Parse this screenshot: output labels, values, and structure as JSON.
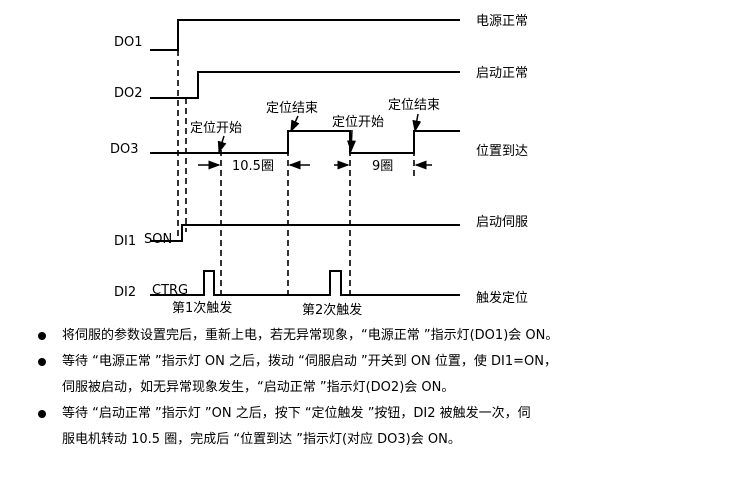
{
  "signals": {
    "do1": "DO1",
    "do2": "DO2",
    "do3": "DO3",
    "di1": "DI1",
    "di1_tag": "SON",
    "di2": "DI2",
    "di2_tag": "CTRG"
  },
  "right_labels": {
    "do1": "电源正常",
    "do2": "启动正常",
    "do3": "位置到达",
    "di1": "启动伺服",
    "di2": "触发定位"
  },
  "annotations": {
    "pos_start_1": "定位开始",
    "pos_end_1": "定位结束",
    "pos_start_2": "定位开始",
    "pos_end_2": "定位结束",
    "turns_1": "10.5圈",
    "turns_2": "9圈",
    "trigger_1": "第1次触发",
    "trigger_2": "第2次触发"
  },
  "notes": [
    {
      "line1": "将伺服的参数设置完后，重新上电，若无异常现象，“电源正常 ”指示灯(DO1)会 ON。",
      "line2": ""
    },
    {
      "line1": "等待 “电源正常 ”指示灯 ON 之后，拨动 “伺服启动 ”开关到 ON 位置，使 DI1=ON，",
      "line2": "伺服被启动，如无异常现象发生，“启动正常 ”指示灯(DO2)会 ON。"
    },
    {
      "line1": "等待 “启动正常 ”指示灯 ”ON 之后，按下 “定位触发 ”按钮，DI2 被触发一次，伺",
      "line2": "服电机转动 10.5 圈，完成后 “位置到达 ”指示灯(对应 DO3)会 ON。"
    }
  ]
}
